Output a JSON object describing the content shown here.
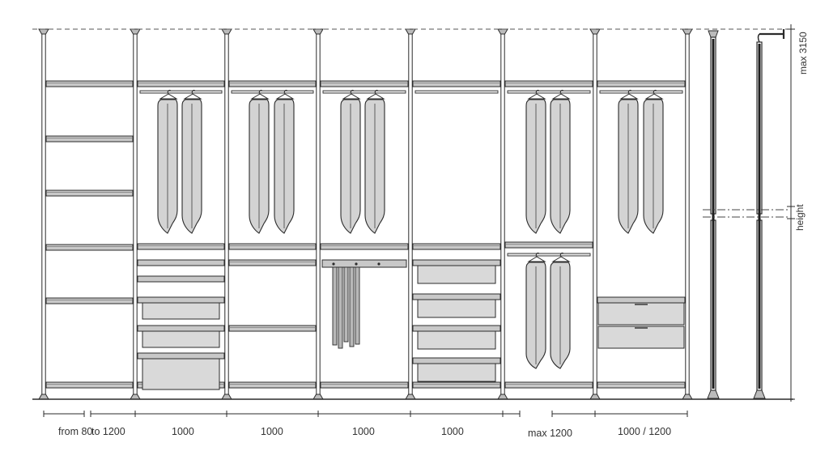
{
  "colors": {
    "line": "#2b2b2b",
    "shelf_fill": "#c8c8c8",
    "shelf_top": "#e4e4e4",
    "garment_fill": "#d3d3d3",
    "drawer_fill": "#d9d9d9",
    "pole_dark": "#1e1e1e"
  },
  "labels": {
    "max_height": "max 3150",
    "height": "height"
  },
  "bottom_dimensions": [
    "from 80",
    "to 1200",
    "1000",
    "1000",
    "1000",
    "1000",
    "max 1200",
    "1000 / 1200"
  ],
  "icons": [
    "adjustable-ceiling-pole-icon",
    "wall-bracket-pole-icon",
    "hanging-garment-icon",
    "trouser-rack-icon",
    "drawer-icon"
  ]
}
